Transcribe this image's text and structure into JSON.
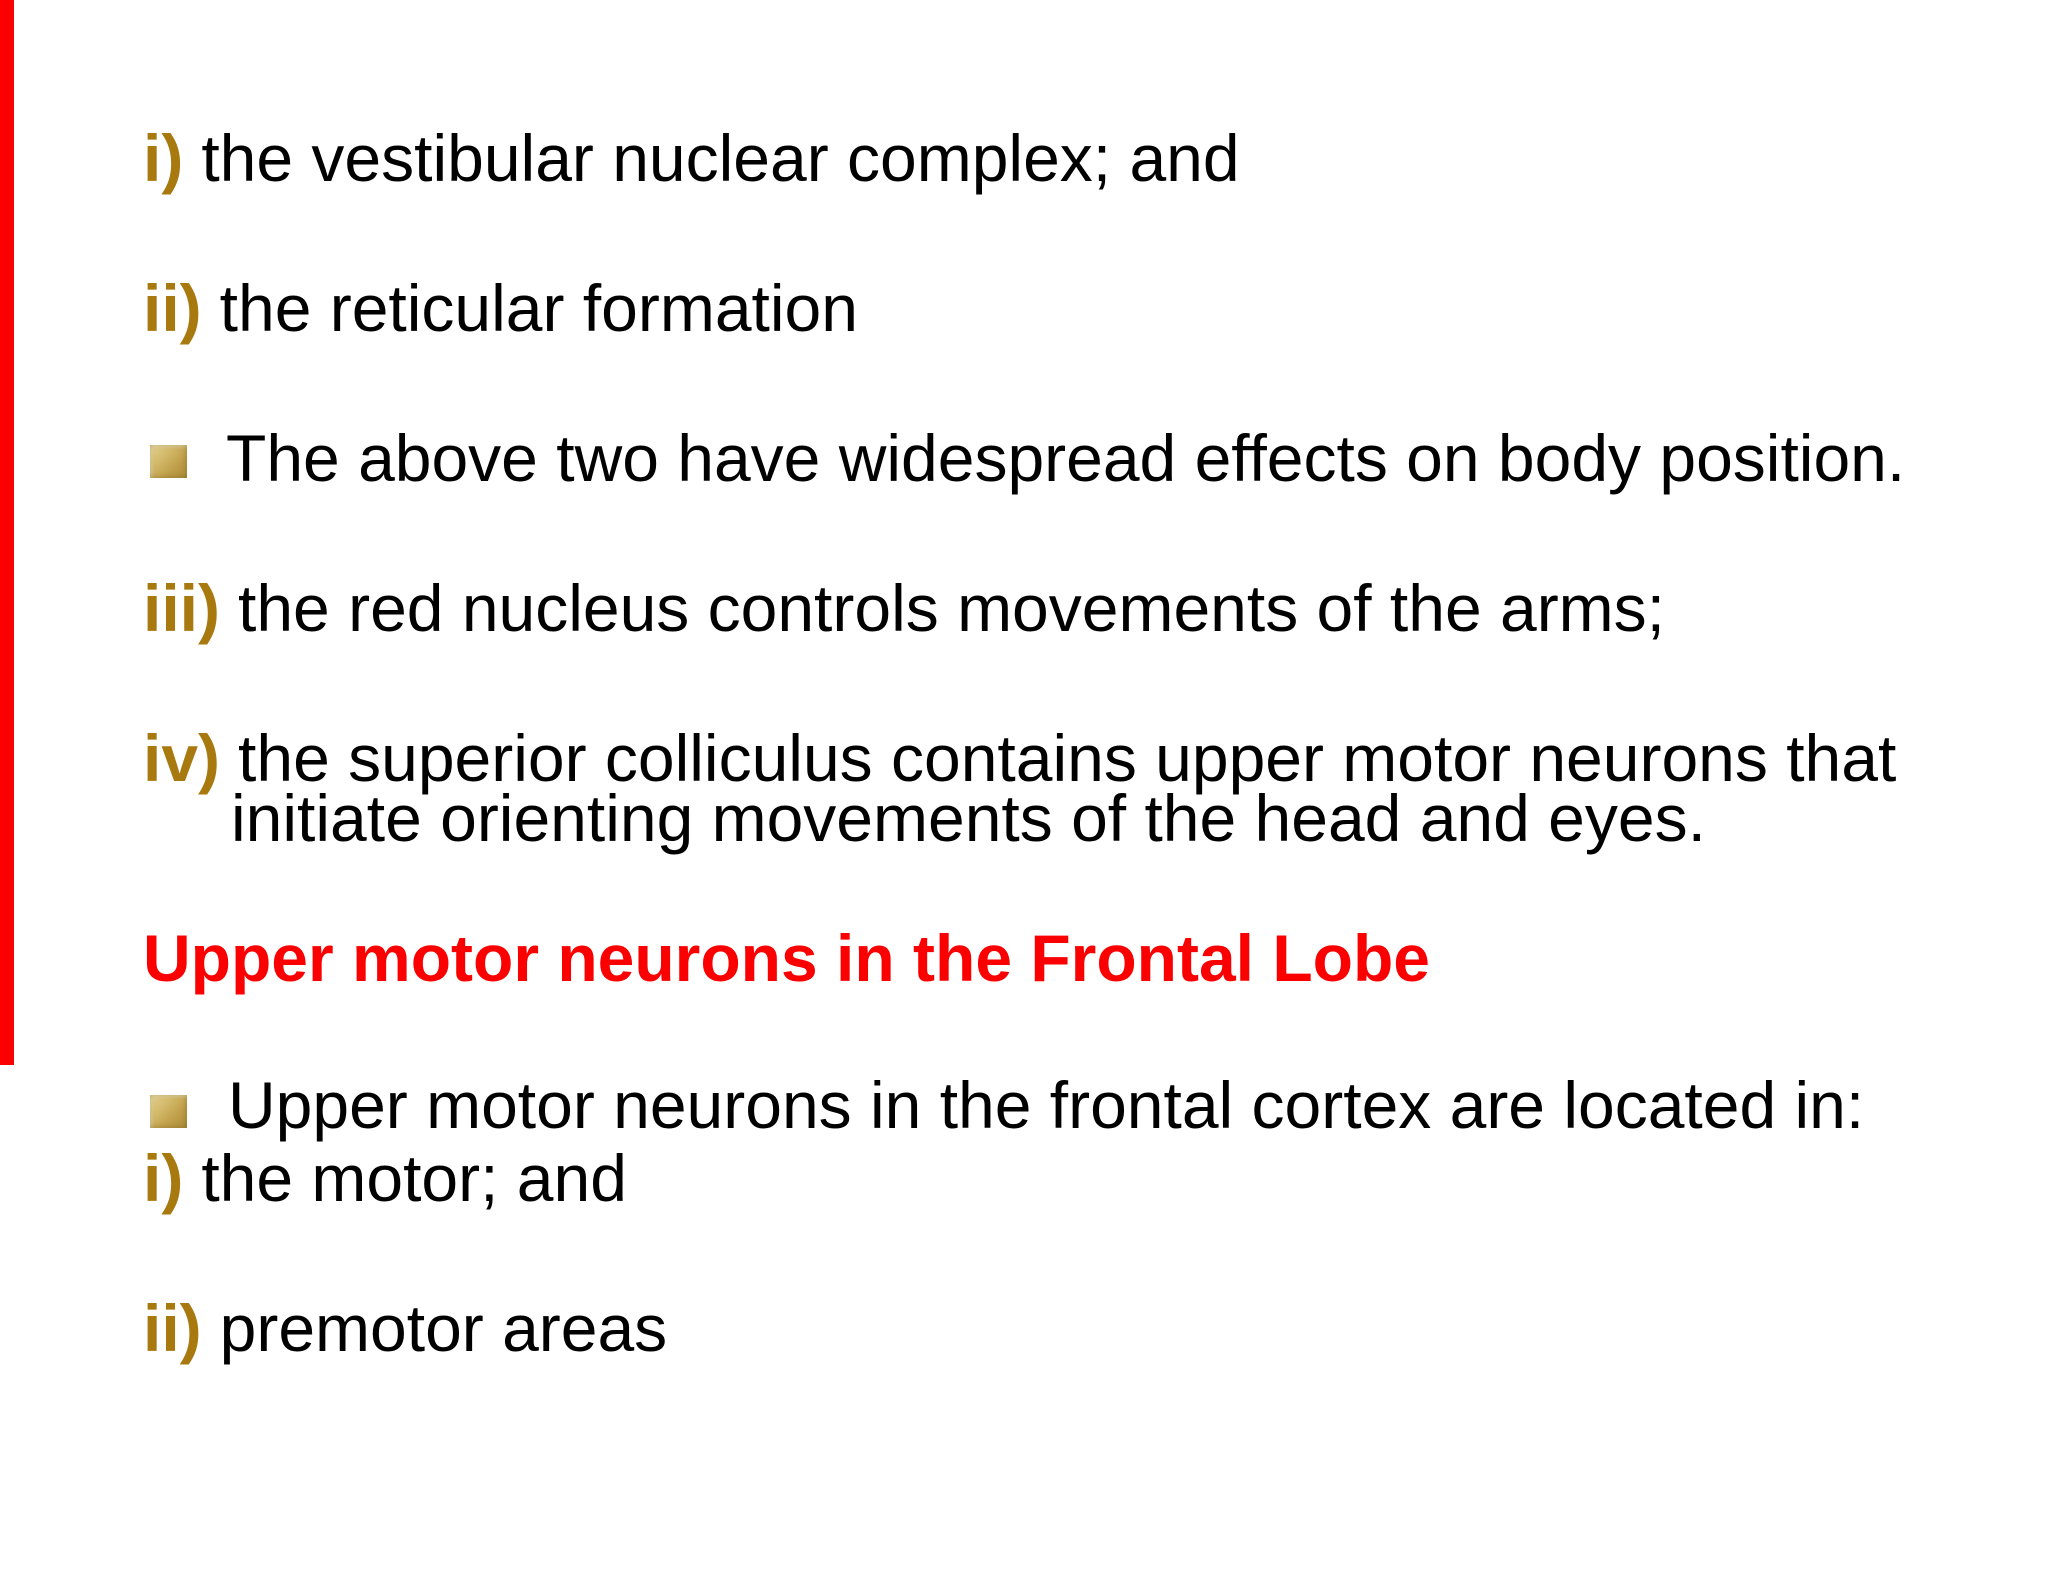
{
  "slide": {
    "background_color": "#ffffff",
    "accent_bar_color": "#fb0000",
    "numeral_color": "#a8790f",
    "heading_color": "#fa0000",
    "body_color": "#000000",
    "items": [
      {
        "type": "numbered",
        "num": "i)",
        "text": "the vestibular nuclear complex; and"
      },
      {
        "type": "numbered",
        "num": "ii)",
        "text": "the reticular formation"
      },
      {
        "type": "bullet",
        "text": "The above two have widespread effects on body position."
      },
      {
        "type": "numbered",
        "num": "iii)",
        "text": "the red nucleus controls movements of the arms;"
      },
      {
        "type": "numbered",
        "num": "iv)",
        "text": "the superior colliculus contains upper motor neurons that initiate orienting movements of the head and eyes."
      },
      {
        "type": "heading",
        "text": "Upper motor neurons in the Frontal Lobe"
      },
      {
        "type": "bullet",
        "text": "Upper motor neurons in the frontal cortex are located in:"
      },
      {
        "type": "numbered",
        "num": "i)",
        "text": "the motor; and"
      },
      {
        "type": "numbered",
        "num": "ii)",
        "text": "premotor areas"
      }
    ]
  }
}
